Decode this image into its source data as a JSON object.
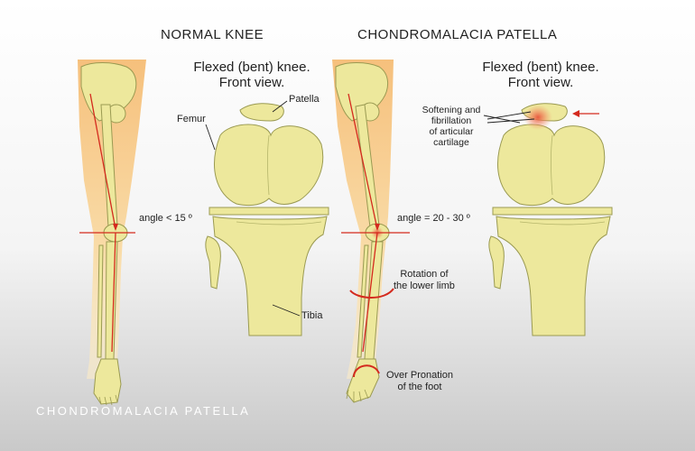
{
  "headings": {
    "normal": "NORMAL KNEE",
    "condition": "CHONDROMALACIA PATELLA"
  },
  "normal_panel": {
    "view_line1": "Flexed (bent) knee.",
    "view_line2": "Front view.",
    "patella_label": "Patella",
    "femur_label": "Femur",
    "angle_label": "angle < 15 º",
    "tibia_label": "Tibia"
  },
  "condition_panel": {
    "view_line1": "Flexed (bent) knee.",
    "view_line2": "Front view.",
    "cartilage_label_line1": "Softening and",
    "cartilage_label_line2": "fibrillation",
    "cartilage_label_line3": "of articular",
    "cartilage_label_line4": "cartilage",
    "angle_label": "angle = 20 - 30 º",
    "rotation_label_line1": "Rotation of",
    "rotation_label_line2": "the lower limb",
    "pronation_label_line1": "Over Pronation",
    "pronation_label_line2": "of the foot"
  },
  "caption": "CHONDROMALACIA PATELLA",
  "colors": {
    "bone_fill": "#ede89c",
    "bone_stroke": "#9a9a52",
    "leg_skin": "#f7c88a",
    "axis_red": "#d42a1e",
    "highlight_red": "#e8533a"
  }
}
